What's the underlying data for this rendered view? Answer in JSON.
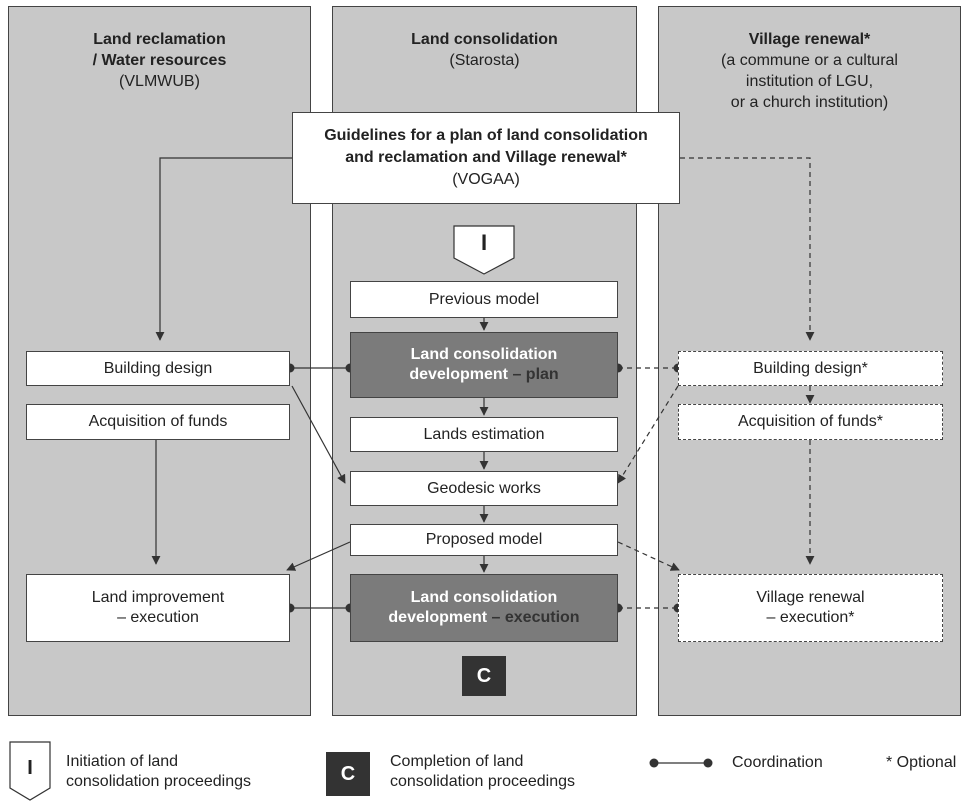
{
  "columns": {
    "left": {
      "title": "Land reclamation\n/ Water resources",
      "subtitle": "(VLMWUB)"
    },
    "center": {
      "title": "Land consolidation",
      "subtitle": "(Starosta)"
    },
    "right": {
      "title": "Village renewal*",
      "subtitle": "(a commune or a cultural\ninstitution of LGU,\nor a church institution)"
    }
  },
  "guidelines": {
    "line1": "Guidelines for a plan of land consolidation",
    "line2": "and reclamation and Village renewal*",
    "sub": "(VOGAA)"
  },
  "initiation_marker": "I",
  "completion_marker": "C",
  "center_boxes": {
    "previous_model": "Previous model",
    "dev_plan_a": "Land consolidation",
    "dev_plan_b": "development",
    "dev_plan_c": " – plan",
    "lands_estimation": "Lands estimation",
    "geodesic_works": "Geodesic works",
    "proposed_model": "Proposed model",
    "dev_exec_a": "Land consolidation",
    "dev_exec_b": "development",
    "dev_exec_c": " – execution"
  },
  "left_boxes": {
    "building_design": "Building design",
    "acquisition_funds": "Acquisition of funds",
    "land_improvement": "Land improvement\n– execution"
  },
  "right_boxes": {
    "building_design": "Building design*",
    "acquisition_funds": "Acquisition of funds*",
    "village_renewal": "Village renewal\n– execution*"
  },
  "legend": {
    "initiation": "Initiation of land\nconsolidation proceedings",
    "completion": "Completion of land\nconsolidation proceedings",
    "coordination": "Coordination",
    "optional": "* Optional"
  },
  "colors": {
    "column_bg": "#c8c8c8",
    "dark_box": "#7b7b7b",
    "marker_dark": "#333333"
  }
}
